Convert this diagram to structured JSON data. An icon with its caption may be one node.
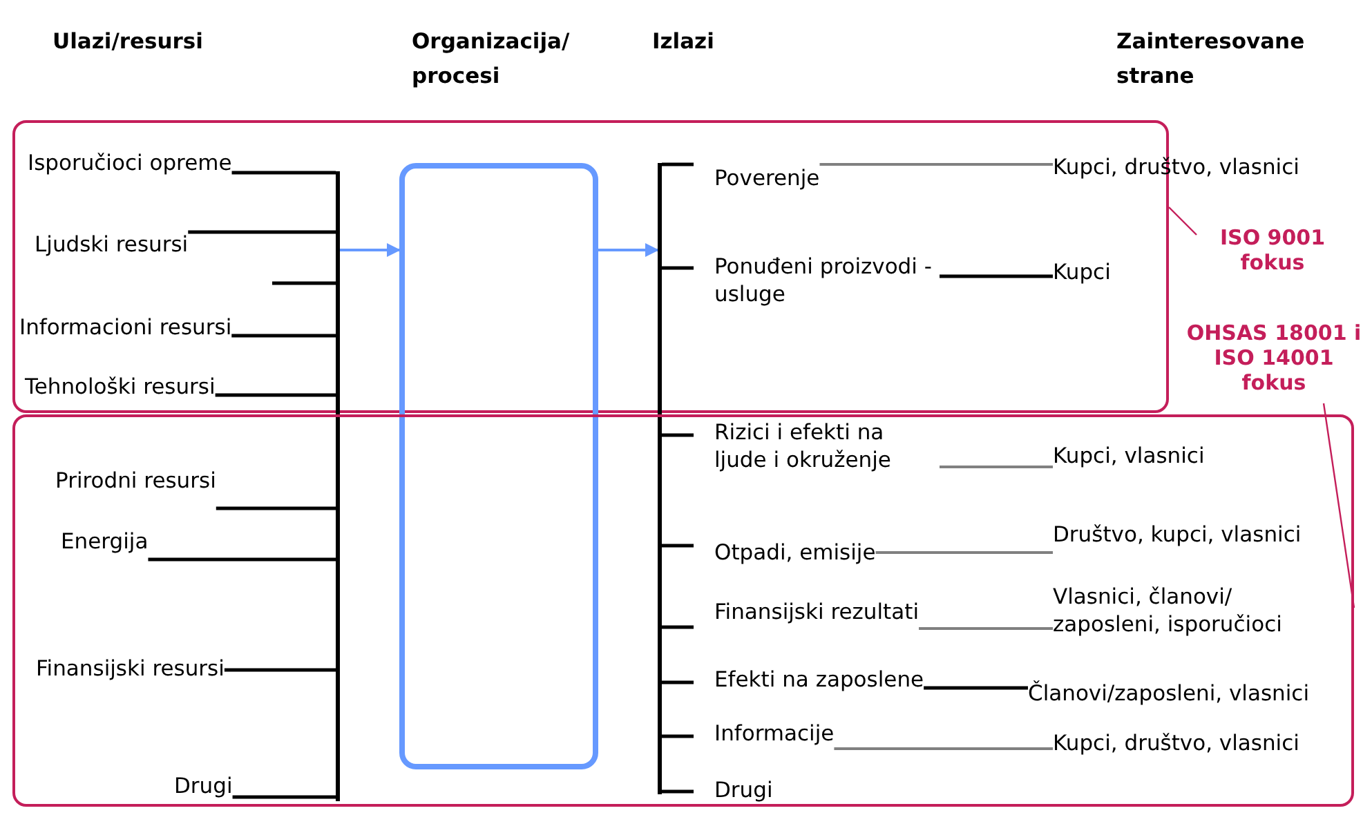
{
  "diagram": {
    "nodes": [
      {
        "text": [],
        "shape": "box"
      },
      {
        "text": [
          "Isporučioci opreme"
        ],
        "in": 0
      },
      {
        "text": [
          "Ljudski resursi"
        ],
        "in": 0
      },
      {
        "text": [
          "Informacioni resursi"
        ],
        "in": 0
      },
      {
        "text": [
          "Tehnološki resursi"
        ],
        "in": 0
      },
      {
        "text": [],
        "shape": "bar"
      },
      {
        "text": [],
        "shape": "box"
      },
      {
        "text": [],
        "shape": "bar"
      },
      {
        "text": [
          "Poverenje"
        ],
        "in": 0
      },
      {
        "text": [
          "Ponuđeni proizvodi - usluge"
        ],
        "in": 0
      },
      {
        "text": [
          "Kupci, društvo, vlasnici"
        ]
      },
      {
        "text": [
          "Kupci"
        ],
        "in": 0
      },
      {
        "text": [
          "ISO 9001 fokus"
        ]
      },
      {
        "text": [
          "OHSAS 18001 i ISO 14001 fokus"
        ]
      },
      {
        "text": [],
        "shape": "box"
      },
      {
        "text": [
          "Prirodni resursi"
        ],
        "in": 14
      },
      {
        "text": [
          "Energija"
        ],
        "in": 14
      },
      {
        "text": [
          "Finansijski resursi"
        ],
        "in": 14
      },
      {
        "text": [
          "Drugi"
        ],
        "in": 14
      },
      {
        "text": [
          "Rizici i efekti na ljude i okruženje"
        ],
        "in": 14
      },
      {
        "text": [
          "Otpadi, emisije"
        ],
        "in": 14
      },
      {
        "text": [
          "Finansijski rezultati"
        ],
        "in": 14
      },
      {
        "text": [
          "Efekti na zaposlene"
        ],
        "in": 14
      },
      {
        "text": [
          "Informacije"
        ],
        "in": 14
      },
      {
        "text": [
          "Drugi"
        ],
        "in": 14
      },
      {
        "text": [
          "Kupci, vlasnici"
        ],
        "in": 14
      },
      {
        "text": [
          "Društvo, kupci, vlasnici"
        ],
        "in": 14
      },
      {
        "text": [
          "Vlasnici, članovi/ zaposleni, isporučioci"
        ],
        "in": 14
      },
      {
        "text": [
          "Članovi/zaposleni, vlasnici"
        ],
        "in": 14
      },
      {
        "text": [
          "Kupci, društvo, vlasnici"
        ],
        "in": 14
      }
    ],
    "edges": [
      {
        "from": 1,
        "to": 5,
        "arrow": "none"
      },
      {
        "from": 2,
        "to": 5,
        "arrow": "none"
      },
      {
        "from": 3,
        "to": 5,
        "arrow": "none"
      },
      {
        "from": 4,
        "to": 5,
        "arrow": "none"
      },
      {
        "from": 15,
        "to": 5,
        "arrow": "none"
      },
      {
        "from": 16,
        "to": 5,
        "arrow": "none"
      },
      {
        "from": 17,
        "to": 5,
        "arrow": "none"
      },
      {
        "from": 18,
        "to": 5,
        "arrow": "none"
      },
      {
        "from": 5,
        "to": 6,
        "arrow": "to",
        "color": "#6699ff"
      },
      {
        "from": 6,
        "to": 7,
        "arrow": "to",
        "color": "#6699ff"
      },
      {
        "from": 7,
        "to": 8,
        "arrow": "none"
      },
      {
        "from": 7,
        "to": 9,
        "arrow": "none"
      },
      {
        "from": 7,
        "to": 19,
        "arrow": "none"
      },
      {
        "from": 7,
        "to": 20,
        "arrow": "none"
      },
      {
        "from": 7,
        "to": 21,
        "arrow": "none"
      },
      {
        "from": 7,
        "to": 22,
        "arrow": "none"
      },
      {
        "from": 7,
        "to": 23,
        "arrow": "none"
      },
      {
        "from": 7,
        "to": 24,
        "arrow": "none"
      },
      {
        "from": 8,
        "to": 10,
        "arrow": "none",
        "color": "#808080"
      },
      {
        "from": 9,
        "to": 11,
        "arrow": "none"
      },
      {
        "from": 19,
        "to": 25,
        "arrow": "none",
        "color": "#808080"
      },
      {
        "from": 20,
        "to": 26,
        "arrow": "none",
        "color": "#808080"
      },
      {
        "from": 21,
        "to": 27,
        "arrow": "none",
        "color": "#808080"
      },
      {
        "from": 22,
        "to": 28,
        "arrow": "none"
      },
      {
        "from": 23,
        "to": 29,
        "arrow": "none",
        "color": "#808080"
      },
      {
        "from": 12,
        "to": 0,
        "arrow": "none",
        "color": "#c41e5a"
      },
      {
        "from": 13,
        "to": 14,
        "arrow": "none",
        "color": "#c41e5a"
      }
    ],
    "labels": [
      "Ulazi/resursi",
      "Organizacija/ procesi",
      "Izlazi",
      "Zainteresovane strane"
    ]
  }
}
